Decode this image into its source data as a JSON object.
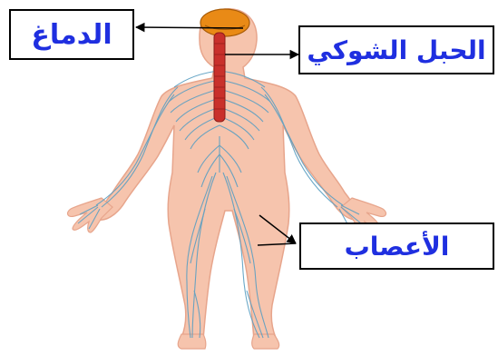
{
  "labels": {
    "brain": "الدماغ",
    "spinal_cord": "الحبل الشوكي",
    "nerves": "الأعصاب"
  },
  "colors": {
    "skin": "#f6c4ad",
    "skin_outline": "#e7a58c",
    "brain": "#e98a16",
    "spinal_cord": "#c9302b",
    "nerves": "#5b9fc2",
    "label_text": "#1f2fe0",
    "pointer": "#000000"
  }
}
